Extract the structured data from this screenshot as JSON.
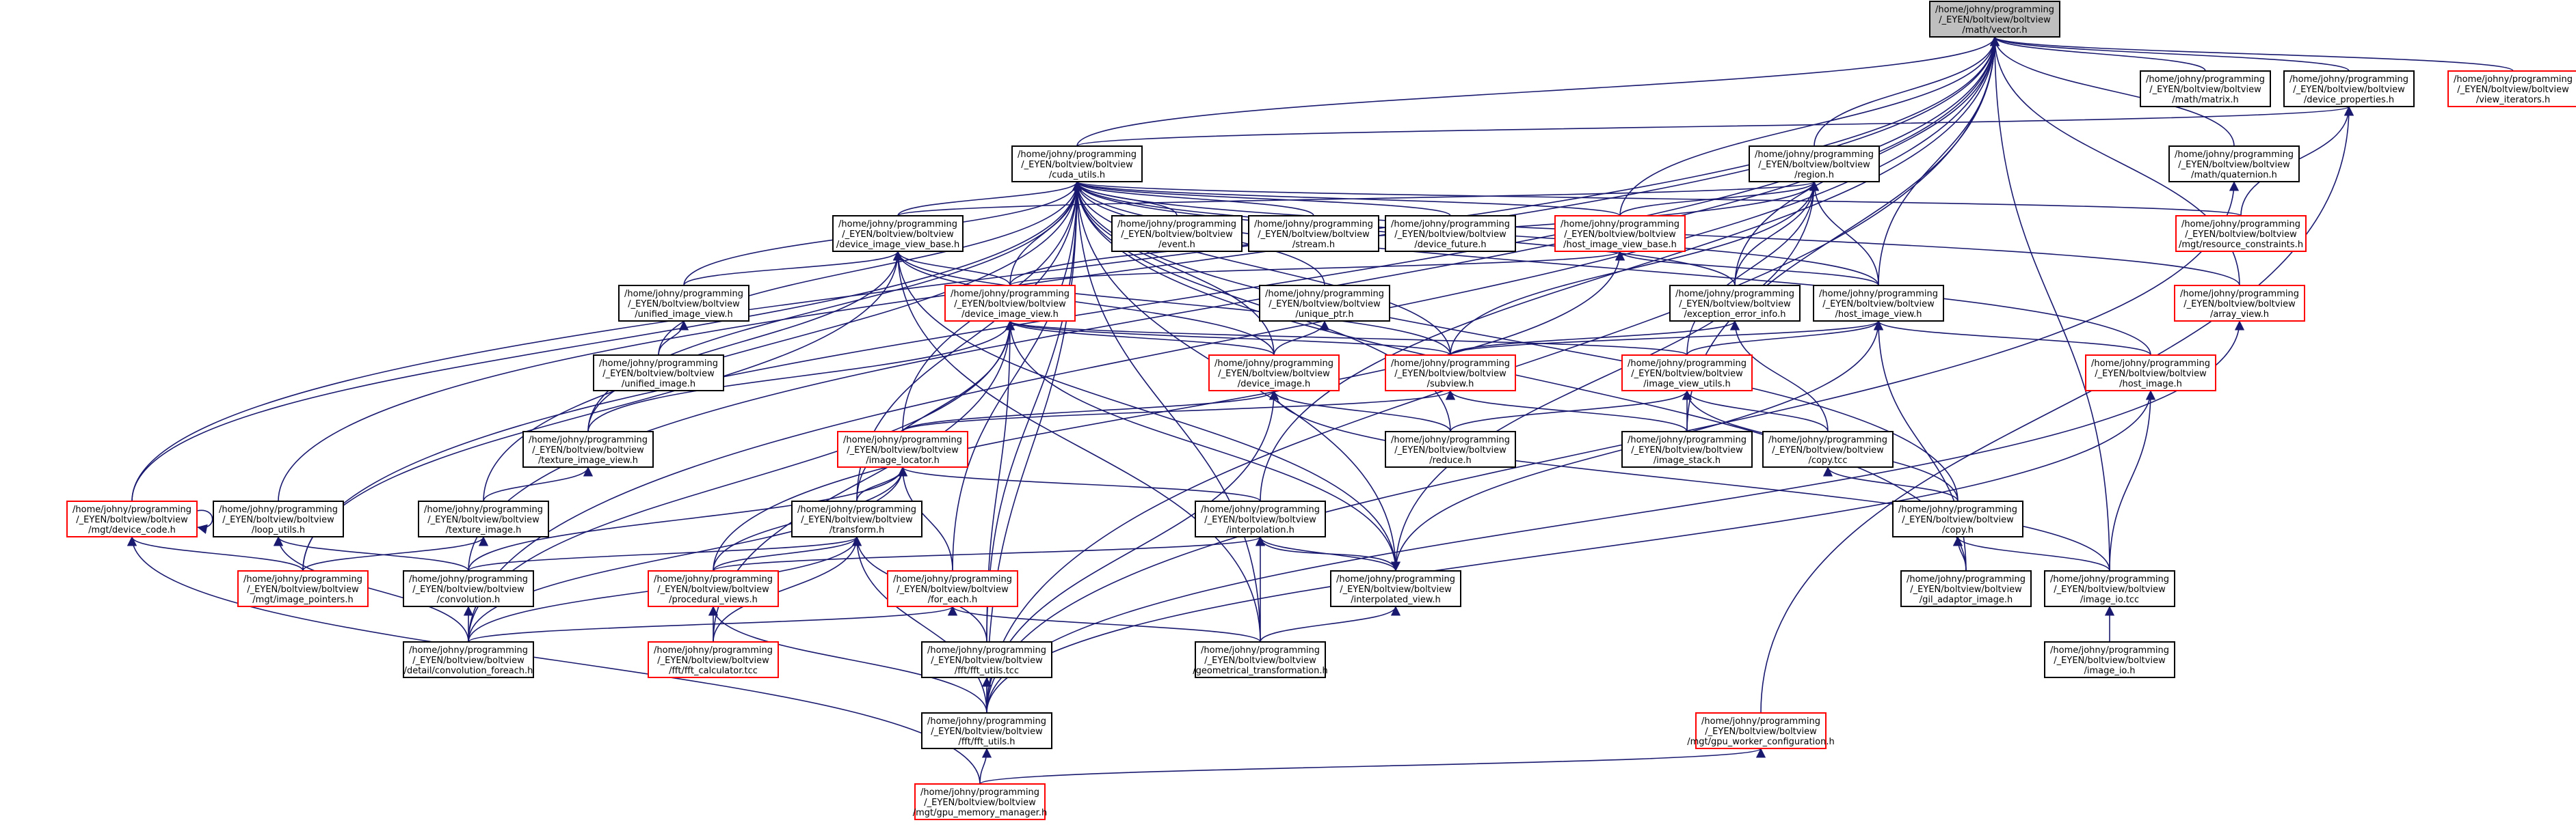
{
  "colors": {
    "edge": "#191970",
    "border_normal": "#000000",
    "border_red": "#ff0000",
    "focus_fill": "#bfbfbf",
    "node_fill": "#ffffff"
  },
  "nodes": [
    {
      "id": "vector",
      "lines": [
        "/home/johny/programming",
        "/_EYEN/boltview/boltview",
        "/math/vector.h"
      ],
      "color": "focus"
    },
    {
      "id": "matrix",
      "lines": [
        "/home/johny/programming",
        "/_EYEN/boltview/boltview",
        "/math/matrix.h"
      ],
      "color": "black"
    },
    {
      "id": "device_properties",
      "lines": [
        "/home/johny/programming",
        "/_EYEN/boltview/boltview",
        "/device_properties.h"
      ],
      "color": "black"
    },
    {
      "id": "view_iterators",
      "lines": [
        "/home/johny/programming",
        "/_EYEN/boltview/boltview",
        "/view_iterators.h"
      ],
      "color": "red"
    },
    {
      "id": "cuda_utils",
      "lines": [
        "/home/johny/programming",
        "/_EYEN/boltview/boltview",
        "/cuda_utils.h"
      ],
      "color": "black"
    },
    {
      "id": "region",
      "lines": [
        "/home/johny/programming",
        "/_EYEN/boltview/boltview",
        "/region.h"
      ],
      "color": "black"
    },
    {
      "id": "quaternion",
      "lines": [
        "/home/johny/programming",
        "/_EYEN/boltview/boltview",
        "/math/quaternion.h"
      ],
      "color": "black"
    },
    {
      "id": "device_image_view_base",
      "lines": [
        "/home/johny/programming",
        "/_EYEN/boltview/boltview",
        "/device_image_view_base.h"
      ],
      "color": "black"
    },
    {
      "id": "event",
      "lines": [
        "/home/johny/programming",
        "/_EYEN/boltview/boltview",
        "/event.h"
      ],
      "color": "black"
    },
    {
      "id": "stream",
      "lines": [
        "/home/johny/programming",
        "/_EYEN/boltview/boltview",
        "/stream.h"
      ],
      "color": "black"
    },
    {
      "id": "device_future",
      "lines": [
        "/home/johny/programming",
        "/_EYEN/boltview/boltview",
        "/device_future.h"
      ],
      "color": "black"
    },
    {
      "id": "host_image_view_base",
      "lines": [
        "/home/johny/programming",
        "/_EYEN/boltview/boltview",
        "/host_image_view_base.h"
      ],
      "color": "red"
    },
    {
      "id": "resource_constraints",
      "lines": [
        "/home/johny/programming",
        "/_EYEN/boltview/boltview",
        "/mgt/resource_constraints.h"
      ],
      "color": "red"
    },
    {
      "id": "unified_image_view",
      "lines": [
        "/home/johny/programming",
        "/_EYEN/boltview/boltview",
        "/unified_image_view.h"
      ],
      "color": "black"
    },
    {
      "id": "device_image_view",
      "lines": [
        "/home/johny/programming",
        "/_EYEN/boltview/boltview",
        "/device_image_view.h"
      ],
      "color": "red"
    },
    {
      "id": "unique_ptr",
      "lines": [
        "/home/johny/programming",
        "/_EYEN/boltview/boltview",
        "/unique_ptr.h"
      ],
      "color": "black"
    },
    {
      "id": "exception_error_info",
      "lines": [
        "/home/johny/programming",
        "/_EYEN/boltview/boltview",
        "/exception_error_info.h"
      ],
      "color": "black"
    },
    {
      "id": "host_image_view",
      "lines": [
        "/home/johny/programming",
        "/_EYEN/boltview/boltview",
        "/host_image_view.h"
      ],
      "color": "black"
    },
    {
      "id": "array_view",
      "lines": [
        "/home/johny/programming",
        "/_EYEN/boltview/boltview",
        "/array_view.h"
      ],
      "color": "red"
    },
    {
      "id": "unified_image",
      "lines": [
        "/home/johny/programming",
        "/_EYEN/boltview/boltview",
        "/unified_image.h"
      ],
      "color": "black"
    },
    {
      "id": "device_image",
      "lines": [
        "/home/johny/programming",
        "/_EYEN/boltview/boltview",
        "/device_image.h"
      ],
      "color": "red"
    },
    {
      "id": "subview",
      "lines": [
        "/home/johny/programming",
        "/_EYEN/boltview/boltview",
        "/subview.h"
      ],
      "color": "red"
    },
    {
      "id": "image_view_utils",
      "lines": [
        "/home/johny/programming",
        "/_EYEN/boltview/boltview",
        "/image_view_utils.h"
      ],
      "color": "red"
    },
    {
      "id": "host_image",
      "lines": [
        "/home/johny/programming",
        "/_EYEN/boltview/boltview",
        "/host_image.h"
      ],
      "color": "red"
    },
    {
      "id": "texture_image_view",
      "lines": [
        "/home/johny/programming",
        "/_EYEN/boltview/boltview",
        "/texture_image_view.h"
      ],
      "color": "black"
    },
    {
      "id": "image_locator",
      "lines": [
        "/home/johny/programming",
        "/_EYEN/boltview/boltview",
        "/image_locator.h"
      ],
      "color": "red"
    },
    {
      "id": "reduce",
      "lines": [
        "/home/johny/programming",
        "/_EYEN/boltview/boltview",
        "/reduce.h"
      ],
      "color": "black"
    },
    {
      "id": "image_stack",
      "lines": [
        "/home/johny/programming",
        "/_EYEN/boltview/boltview",
        "/image_stack.h"
      ],
      "color": "black"
    },
    {
      "id": "copy_tcc",
      "lines": [
        "/home/johny/programming",
        "/_EYEN/boltview/boltview",
        "/copy.tcc"
      ],
      "color": "black"
    },
    {
      "id": "device_code",
      "lines": [
        "/home/johny/programming",
        "/_EYEN/boltview/boltview",
        "/mgt/device_code.h"
      ],
      "color": "red"
    },
    {
      "id": "loop_utils",
      "lines": [
        "/home/johny/programming",
        "/_EYEN/boltview/boltview",
        "/loop_utils.h"
      ],
      "color": "black"
    },
    {
      "id": "texture_image",
      "lines": [
        "/home/johny/programming",
        "/_EYEN/boltview/boltview",
        "/texture_image.h"
      ],
      "color": "black"
    },
    {
      "id": "transform",
      "lines": [
        "/home/johny/programming",
        "/_EYEN/boltview/boltview",
        "/transform.h"
      ],
      "color": "black"
    },
    {
      "id": "interpolation",
      "lines": [
        "/home/johny/programming",
        "/_EYEN/boltview/boltview",
        "/interpolation.h"
      ],
      "color": "black"
    },
    {
      "id": "copy",
      "lines": [
        "/home/johny/programming",
        "/_EYEN/boltview/boltview",
        "/copy.h"
      ],
      "color": "black"
    },
    {
      "id": "image_pointers",
      "lines": [
        "/home/johny/programming",
        "/_EYEN/boltview/boltview",
        "/mgt/image_pointers.h"
      ],
      "color": "red"
    },
    {
      "id": "convolution",
      "lines": [
        "/home/johny/programming",
        "/_EYEN/boltview/boltview",
        "/convolution.h"
      ],
      "color": "black"
    },
    {
      "id": "procedural_views",
      "lines": [
        "/home/johny/programming",
        "/_EYEN/boltview/boltview",
        "/procedural_views.h"
      ],
      "color": "red"
    },
    {
      "id": "for_each",
      "lines": [
        "/home/johny/programming",
        "/_EYEN/boltview/boltview",
        "/for_each.h"
      ],
      "color": "red"
    },
    {
      "id": "interpolated_view",
      "lines": [
        "/home/johny/programming",
        "/_EYEN/boltview/boltview",
        "/interpolated_view.h"
      ],
      "color": "black"
    },
    {
      "id": "gil_adaptor_image",
      "lines": [
        "/home/johny/programming",
        "/_EYEN/boltview/boltview",
        "/gil_adaptor_image.h"
      ],
      "color": "black"
    },
    {
      "id": "image_io_tcc",
      "lines": [
        "/home/johny/programming",
        "/_EYEN/boltview/boltview",
        "/image_io.tcc"
      ],
      "color": "black"
    },
    {
      "id": "convolution_foreach",
      "lines": [
        "/home/johny/programming",
        "/_EYEN/boltview/boltview",
        "/detail/convolution_foreach.h"
      ],
      "color": "black"
    },
    {
      "id": "fft_calculator",
      "lines": [
        "/home/johny/programming",
        "/_EYEN/boltview/boltview",
        "/fft/fft_calculator.tcc"
      ],
      "color": "red"
    },
    {
      "id": "fft_utils_tcc",
      "lines": [
        "/home/johny/programming",
        "/_EYEN/boltview/boltview",
        "/fft/fft_utils.tcc"
      ],
      "color": "black"
    },
    {
      "id": "geometrical_transformation",
      "lines": [
        "/home/johny/programming",
        "/_EYEN/boltview/boltview",
        "/geometrical_transformation.h"
      ],
      "color": "black"
    },
    {
      "id": "image_io",
      "lines": [
        "/home/johny/programming",
        "/_EYEN/boltview/boltview",
        "/image_io.h"
      ],
      "color": "black"
    },
    {
      "id": "fft_utils",
      "lines": [
        "/home/johny/programming",
        "/_EYEN/boltview/boltview",
        "/fft/fft_utils.h"
      ],
      "color": "black"
    },
    {
      "id": "gpu_worker_configuration",
      "lines": [
        "/home/johny/programming",
        "/_EYEN/boltview/boltview",
        "/mgt/gpu_worker_configuration.h"
      ],
      "color": "red"
    },
    {
      "id": "gpu_memory_manager",
      "lines": [
        "/home/johny/programming",
        "/_EYEN/boltview/boltview",
        "/mgt/gpu_memory_manager.h"
      ],
      "color": "red"
    }
  ],
  "edges": [
    [
      "matrix",
      "vector"
    ],
    [
      "device_properties",
      "vector"
    ],
    [
      "view_iterators",
      "vector"
    ],
    [
      "cuda_utils",
      "vector"
    ],
    [
      "region",
      "vector"
    ],
    [
      "quaternion",
      "vector"
    ],
    [
      "exception_error_info",
      "vector"
    ],
    [
      "host_image_view",
      "vector"
    ],
    [
      "array_view",
      "vector"
    ],
    [
      "image_stack",
      "vector"
    ],
    [
      "interpolation",
      "vector"
    ],
    [
      "image_io_tcc",
      "vector"
    ],
    [
      "fft_utils",
      "vector"
    ],
    [
      "device_code",
      "vector"
    ],
    [
      "loop_utils",
      "vector"
    ],
    [
      "image_pointers",
      "vector"
    ],
    [
      "convolution",
      "vector"
    ],
    [
      "convolution_foreach",
      "vector"
    ],
    [
      "host_image_view_base",
      "vector"
    ],
    [
      "cuda_utils",
      "device_properties"
    ],
    [
      "resource_constraints",
      "device_properties"
    ],
    [
      "gpu_worker_configuration",
      "device_properties"
    ],
    [
      "device_image_view_base",
      "cuda_utils"
    ],
    [
      "event",
      "cuda_utils"
    ],
    [
      "stream",
      "cuda_utils"
    ],
    [
      "device_future",
      "cuda_utils"
    ],
    [
      "host_image_view_base",
      "cuda_utils"
    ],
    [
      "resource_constraints",
      "cuda_utils"
    ],
    [
      "unified_image_view",
      "cuda_utils"
    ],
    [
      "unified_image",
      "cuda_utils"
    ],
    [
      "device_image_view",
      "cuda_utils"
    ],
    [
      "unique_ptr",
      "cuda_utils"
    ],
    [
      "device_image",
      "cuda_utils"
    ],
    [
      "subview",
      "cuda_utils"
    ],
    [
      "exception_error_info",
      "cuda_utils"
    ],
    [
      "host_image_view",
      "cuda_utils"
    ],
    [
      "array_view",
      "cuda_utils"
    ],
    [
      "host_image",
      "cuda_utils"
    ],
    [
      "texture_image_view",
      "cuda_utils"
    ],
    [
      "image_locator",
      "cuda_utils"
    ],
    [
      "reduce",
      "cuda_utils"
    ],
    [
      "device_code",
      "cuda_utils"
    ],
    [
      "texture_image",
      "cuda_utils"
    ],
    [
      "transform",
      "cuda_utils"
    ],
    [
      "copy",
      "cuda_utils"
    ],
    [
      "for_each",
      "cuda_utils"
    ],
    [
      "interpolated_view",
      "cuda_utils"
    ],
    [
      "gil_adaptor_image",
      "cuda_utils"
    ],
    [
      "fft_utils_tcc",
      "cuda_utils"
    ],
    [
      "geometrical_transformation",
      "cuda_utils"
    ],
    [
      "fft_utils",
      "cuda_utils"
    ],
    [
      "device_image_view_base",
      "region"
    ],
    [
      "host_image_view_base",
      "region"
    ],
    [
      "device_image_view",
      "region"
    ],
    [
      "subview",
      "region"
    ],
    [
      "host_image_view",
      "region"
    ],
    [
      "image_view_utils",
      "region"
    ],
    [
      "exception_error_info",
      "region"
    ],
    [
      "interpolated_view",
      "region"
    ],
    [
      "fft_utils",
      "quaternion"
    ],
    [
      "unified_image_view",
      "device_image_view_base"
    ],
    [
      "device_image_view",
      "device_image_view_base"
    ],
    [
      "texture_image_view",
      "device_image_view_base"
    ],
    [
      "device_image",
      "device_image_view_base"
    ],
    [
      "subview",
      "device_image_view_base"
    ],
    [
      "interpolated_view",
      "device_image_view_base"
    ],
    [
      "geometrical_transformation",
      "device_image_view_base"
    ],
    [
      "image_pointers",
      "device_image_view_base"
    ],
    [
      "device_image_view",
      "host_image_view_base"
    ],
    [
      "host_image_view",
      "host_image_view_base"
    ],
    [
      "procedural_views",
      "host_image_view_base"
    ],
    [
      "unified_image",
      "unified_image_view"
    ],
    [
      "device_image",
      "device_image_view"
    ],
    [
      "subview",
      "device_image_view"
    ],
    [
      "image_view_utils",
      "device_image_view"
    ],
    [
      "texture_image_view",
      "device_image_view"
    ],
    [
      "transform",
      "device_image_view"
    ],
    [
      "interpolated_view",
      "device_image_view"
    ],
    [
      "fft_calculator",
      "device_image_view"
    ],
    [
      "fft_utils_tcc",
      "device_image_view"
    ],
    [
      "convolution_foreach",
      "device_image_view"
    ],
    [
      "device_image",
      "unique_ptr"
    ],
    [
      "subview",
      "exception_error_info"
    ],
    [
      "copy_tcc",
      "exception_error_info"
    ],
    [
      "subview",
      "host_image_view"
    ],
    [
      "image_view_utils",
      "host_image_view"
    ],
    [
      "host_image",
      "host_image_view"
    ],
    [
      "gil_adaptor_image",
      "host_image_view"
    ],
    [
      "interpolated_view",
      "host_image_view"
    ],
    [
      "fft_utils",
      "array_view"
    ],
    [
      "image_locator",
      "device_image"
    ],
    [
      "reduce",
      "device_image"
    ],
    [
      "fft_utils",
      "device_image"
    ],
    [
      "image_io_tcc",
      "device_image"
    ],
    [
      "image_stack",
      "subview"
    ],
    [
      "image_locator",
      "subview"
    ],
    [
      "image_stack",
      "image_view_utils"
    ],
    [
      "reduce",
      "image_view_utils"
    ],
    [
      "copy_tcc",
      "image_view_utils"
    ],
    [
      "copy",
      "image_view_utils"
    ],
    [
      "image_io_tcc",
      "host_image"
    ],
    [
      "fft_utils",
      "host_image"
    ],
    [
      "texture_image",
      "texture_image_view"
    ],
    [
      "transform",
      "image_locator"
    ],
    [
      "interpolation",
      "image_locator"
    ],
    [
      "convolution",
      "image_locator"
    ],
    [
      "procedural_views",
      "image_locator"
    ],
    [
      "for_each",
      "image_locator"
    ],
    [
      "convolution_foreach",
      "image_locator"
    ],
    [
      "copy",
      "copy_tcc"
    ],
    [
      "device_code",
      "device_code"
    ],
    [
      "image_pointers",
      "device_code"
    ],
    [
      "gpu_memory_manager",
      "device_code"
    ],
    [
      "convolution",
      "loop_utils"
    ],
    [
      "convolution_foreach",
      "loop_utils"
    ],
    [
      "image_pointers",
      "texture_image"
    ],
    [
      "convolution",
      "transform"
    ],
    [
      "procedural_views",
      "transform"
    ],
    [
      "fft_calculator",
      "transform"
    ],
    [
      "fft_utils_tcc",
      "transform"
    ],
    [
      "convolution_foreach",
      "transform"
    ],
    [
      "fft_utils",
      "transform"
    ],
    [
      "interpolated_view",
      "interpolation"
    ],
    [
      "geometrical_transformation",
      "interpolation"
    ],
    [
      "procedural_views",
      "interpolation"
    ],
    [
      "interpolation",
      "interpolated_view"
    ],
    [
      "gil_adaptor_image",
      "copy"
    ],
    [
      "image_io_tcc",
      "copy"
    ],
    [
      "convolution_foreach",
      "convolution"
    ],
    [
      "fft_calculator",
      "procedural_views"
    ],
    [
      "fft_utils",
      "procedural_views"
    ],
    [
      "convolution_foreach",
      "for_each"
    ],
    [
      "geometrical_transformation",
      "for_each"
    ],
    [
      "geometrical_transformation",
      "interpolated_view"
    ],
    [
      "image_io",
      "image_io_tcc"
    ],
    [
      "fft_utils",
      "fft_utils_tcc"
    ],
    [
      "gpu_memory_manager",
      "fft_utils"
    ],
    [
      "gpu_memory_manager",
      "gpu_worker_configuration"
    ]
  ]
}
